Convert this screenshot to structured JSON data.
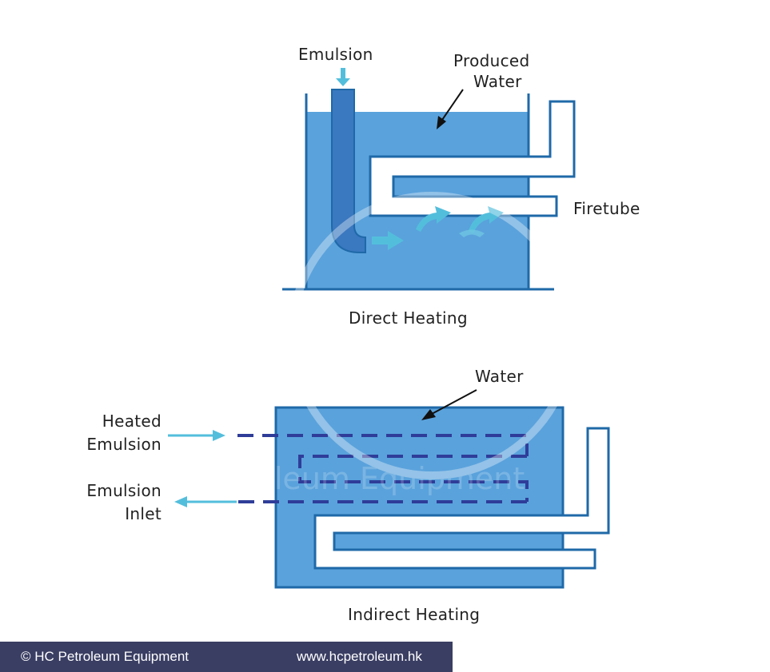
{
  "labels": {
    "emulsion": "Emulsion",
    "produced_water_line1": "Produced",
    "produced_water_line2": "Water",
    "firetube": "Firetube",
    "direct_heating": "Direct Heating",
    "water": "Water",
    "heated_emulsion_line1": "Heated",
    "heated_emulsion_line2": "Emulsion",
    "emulsion_inlet_line1": "Emulsion",
    "emulsion_inlet_line2": "Inlet",
    "indirect_heating": "Indirect Heating"
  },
  "watermark": "Petroleum Equipment",
  "footer": {
    "copyright": "© HC Petroleum Equipment",
    "website": "www.hcpetroleum.hk"
  },
  "colors": {
    "water_fill": "#5aa2dc",
    "outline": "#1f69a8",
    "pipe_fill": "#3a78c0",
    "flow_arrow": "#53bedc",
    "coil_dash": "#2f3d99",
    "footer_bg": "#3a3e63"
  }
}
